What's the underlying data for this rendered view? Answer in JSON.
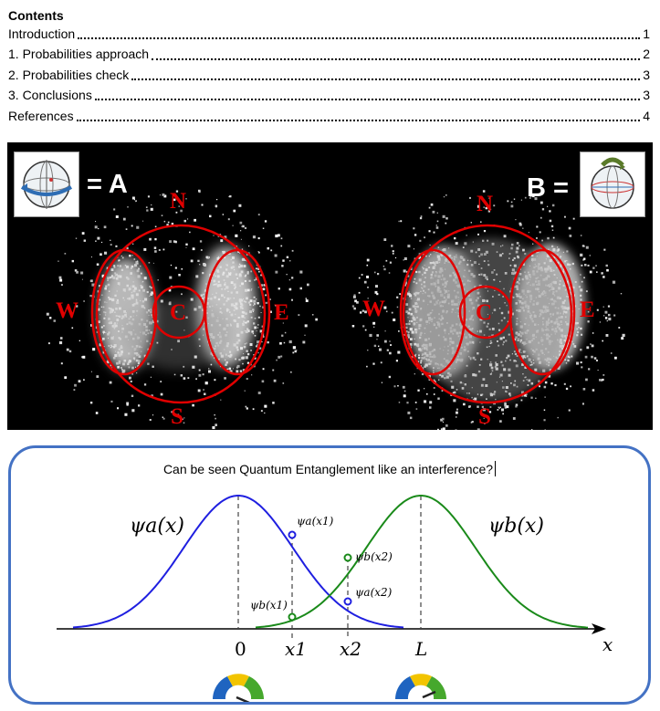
{
  "toc": {
    "heading": "Contents",
    "entries": [
      {
        "title": "Introduction",
        "page": "1"
      },
      {
        "title": "1. Probabilities approach",
        "page": "2"
      },
      {
        "title": "2. Probabilities check",
        "page": "3"
      },
      {
        "title": "3. Conclusions",
        "page": "3"
      },
      {
        "title": "References",
        "page": "4"
      }
    ]
  },
  "panel": {
    "label_a": "= A",
    "label_b": "B =",
    "directions": {
      "north": "N",
      "south": "S",
      "west": "W",
      "east": "E",
      "center": "C"
    },
    "colors": {
      "background": "#000000",
      "outline": "#e00000"
    }
  },
  "figure": {
    "question": "Can be seen Quantum Entanglement like an interference?",
    "psi_a": "ψa(x)",
    "psi_b": "ψb(x)",
    "psi_a_x1": "ψa(x1)",
    "psi_b_x2": "ψb(x2)",
    "psi_a_x2": "ψa(x2)",
    "psi_b_x1": "ψb(x1)",
    "tick_0": "0",
    "tick_x1": "x1",
    "tick_x2": "x2",
    "tick_L": "L",
    "axis_label": "x",
    "colors": {
      "curve_a": "#1f1fe0",
      "curve_b": "#1a8a1a",
      "frame": "#4472c4"
    }
  }
}
